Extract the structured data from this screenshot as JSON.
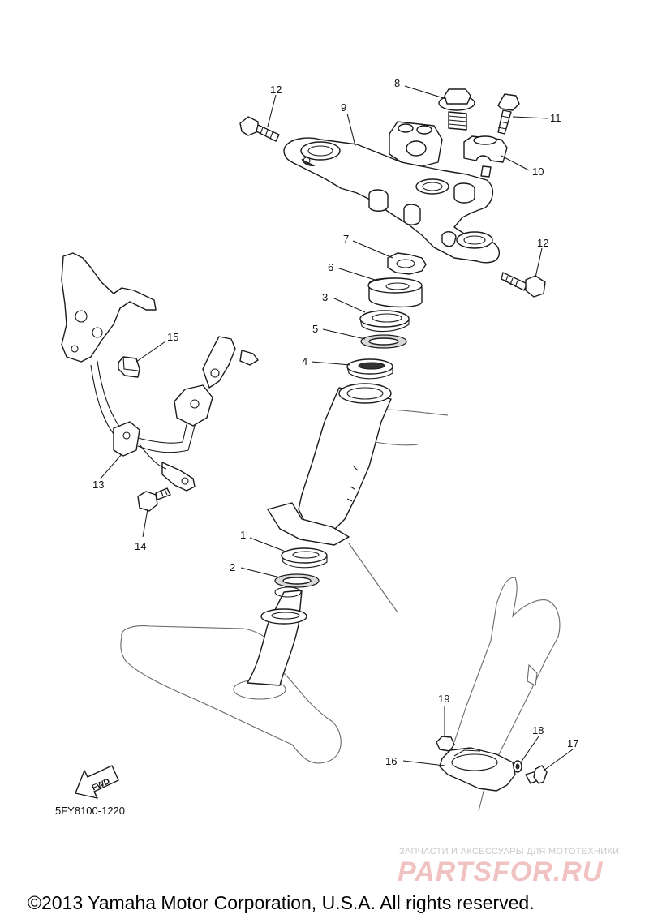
{
  "diagram_code": "5FY8100-1220",
  "fwd_label": "FWD",
  "callouts": [
    "1",
    "2",
    "3",
    "4",
    "5",
    "6",
    "7",
    "8",
    "9",
    "10",
    "11",
    "12",
    "12",
    "13",
    "14",
    "15",
    "16",
    "17",
    "18",
    "19"
  ],
  "watermark": {
    "top_line": "ЗАПЧАСТИ И АКСЕССУАРЫ ДЛЯ МОТОТЕХНИКИ",
    "logo": "PARTSFOR.RU"
  },
  "copyright": "©2013 Yamaha Motor Corporation, U.S.A. All rights reserved."
}
